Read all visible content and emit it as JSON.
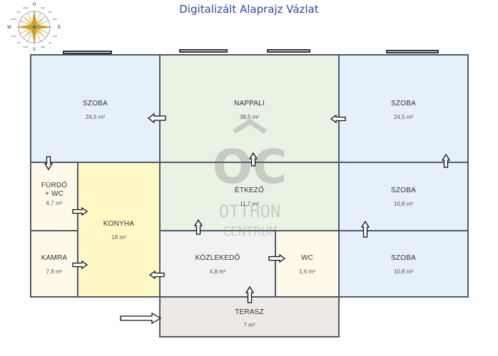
{
  "title": "Digitalizált Alaprajz Vázlat",
  "compass": {
    "north": "N",
    "south": "S",
    "east": "E",
    "west": "W",
    "minor": [
      "NNE",
      "NE",
      "ENE",
      "ESE",
      "SE",
      "SSE",
      "SSW",
      "SW",
      "WSW",
      "WNW",
      "NW",
      "NNW"
    ]
  },
  "watermark": {
    "logo": "OC",
    "line1": "OTTHON",
    "line2": "CENTRUM"
  },
  "rooms": {
    "szoba_left": {
      "name": "SZOBA",
      "area": "24,5 m²"
    },
    "nappali": {
      "name": "NAPPALI",
      "area": "38,5 m²"
    },
    "szoba_right": {
      "name": "SZOBA",
      "area": "24,5 m²"
    },
    "furdo": {
      "name_line1": "FÜRDŐ",
      "name_line2": "+ WC",
      "area": "6,7 m²"
    },
    "konyha": {
      "name": "KONYHA",
      "area": "18 m²"
    },
    "etkezo": {
      "name": "ÉTKEZŐ",
      "area": "11,7 m²"
    },
    "szoba_mid_right": {
      "name": "SZOBA",
      "area": "10,8 m²"
    },
    "kamra": {
      "name": "KAMRA",
      "area": "7,9 m²"
    },
    "kozlekedo": {
      "name": "KÖZLEKEDŐ",
      "area": "4,8 m²"
    },
    "wc": {
      "name": "WC",
      "area": "1,6 m²"
    },
    "szoba_bottom_right": {
      "name": "SZOBA",
      "area": "10,8 m²"
    },
    "terasz": {
      "name": "TERASZ",
      "area": "7 m²"
    }
  },
  "colors": {
    "blue_room": "#e6f0fb",
    "green_room": "#e8f3e4",
    "yellow_room": "#fff8c4",
    "cream_room": "#fffaea",
    "grey_room": "#f2f2f2",
    "terrace": "#ece9e6",
    "wall": "#4e5a66",
    "title": "#2f46a8"
  }
}
